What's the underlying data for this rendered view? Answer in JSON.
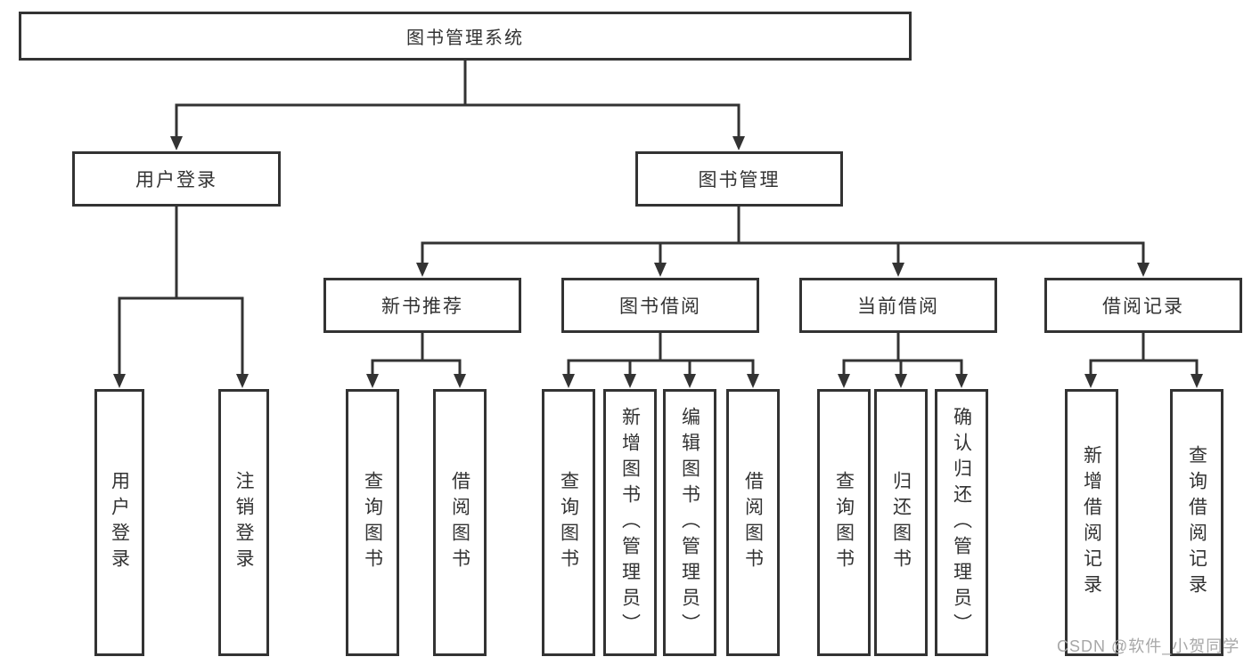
{
  "tree": {
    "root": "图书管理系统",
    "branches": [
      {
        "label": "用户登录",
        "children": [
          "用户登录",
          "注销登录"
        ]
      },
      {
        "label": "图书管理",
        "children": [
          {
            "label": "新书推荐",
            "children": [
              "查询图书",
              "借阅图书"
            ]
          },
          {
            "label": "图书借阅",
            "children": [
              "查询图书",
              "新增图书（管理员）",
              "编辑图书（管理员）",
              "借阅图书"
            ]
          },
          {
            "label": "当前借阅",
            "children": [
              "查询图书",
              "归还图书",
              "确认归还（管理员）"
            ]
          },
          {
            "label": "借阅记录",
            "children": [
              "新增借阅记录",
              "查询借阅记录"
            ]
          }
        ]
      }
    ]
  },
  "watermark": "CSDN @软件_小贺同学",
  "colors": {
    "line": "#333333",
    "text": "#333333",
    "box_background": "#ffffff",
    "watermark": "#a7a7a7",
    "background": "#ffffff"
  }
}
